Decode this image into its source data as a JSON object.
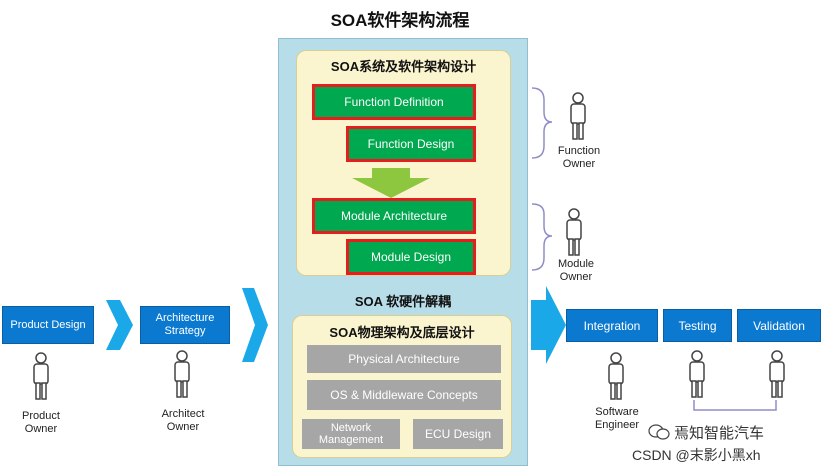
{
  "title": "SOA软件架构流程",
  "panel_top": {
    "title": "SOA系统及软件架构设计",
    "function_definition": "Function Definition",
    "function_design": "Function Design",
    "module_architecture": "Module Architecture",
    "module_design": "Module Design"
  },
  "middle_label": "SOA 软硬件解耦",
  "panel_bottom": {
    "title": "SOA物理架构及底层设计",
    "physical_architecture": "Physical Architecture",
    "os_middleware": "OS & Middleware Concepts",
    "network_management": "Network Management",
    "ecu_design": "ECU Design"
  },
  "left_flow": {
    "product_design": "Product Design",
    "product_owner": "Product Owner",
    "architecture_strategy": "Architecture Strategy",
    "architect_owner": "Architect Owner"
  },
  "roles": {
    "function_owner": "Function Owner",
    "module_owner": "Module Owner"
  },
  "right_flow": {
    "integration": "Integration",
    "testing": "Testing",
    "validation": "Validation",
    "software_engineer": "Software Engineer"
  },
  "watermark": {
    "account": "焉知智能汽车",
    "credit": "CSDN @末影小黑xh"
  },
  "colors": {
    "blue_box": "#0b79d0",
    "arrow_cyan": "#1aa8e8",
    "green_box": "#00a84f",
    "highlight_border": "#e51d1d",
    "gray_box": "#a6a6a6",
    "panel_bg": "#b7dde8",
    "subpanel_bg": "#fbf5cf"
  }
}
